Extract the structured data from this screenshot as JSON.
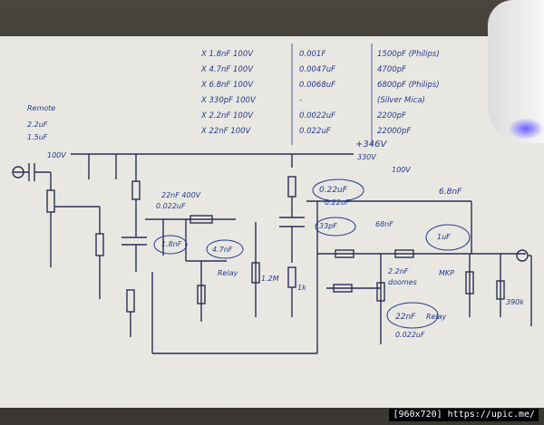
{
  "parts_list": {
    "left_col": [
      "X 1.8nF 100V",
      "X 4.7nF 100V",
      "X 6.8nF 100V",
      "X 330pF 100V",
      "X 2.2nF 100V",
      "X 22nF 100V"
    ],
    "mid_col": [
      "0.001F",
      "0.0047uF",
      "0.0068uF",
      "-",
      "0.0022uF",
      "0.022uF"
    ],
    "right_col": [
      "1500pF (Philips)",
      "4700pF",
      "6800pF (Philips)",
      "(Silver Mica)",
      "2200pF",
      "22000pF"
    ]
  },
  "labels": {
    "remote": "Remote",
    "input_cap": "2.2uF",
    "input_cap_alt": "1.5uF",
    "input_cap_v": "100V",
    "supply_top": "+346V",
    "supply_bottom": "330V",
    "supply_v": "100V",
    "cap_22nf": "22nF 400V",
    "cap_022uf_a": "0.022uF",
    "cap_18nf": "1.8nF",
    "cap_47nf": "4.7nF",
    "relay": "Relay",
    "res_1m": "1.2M",
    "cap_022uf_top": "0.22uF",
    "cap_022uf_mid": "0.22uF",
    "cap_33pf": "33pF",
    "cap_68nf_b": "68nF",
    "cap_68nf": "6.8nF",
    "cap_1uf": "1uF",
    "cap_22nf_b": "2.2nF",
    "doomes": "doomes",
    "mkp": "MKP",
    "cap_22nf_c": "22nF",
    "relay2": "Relay",
    "cap_0022": "0.022uF",
    "out_res": "390k",
    "k1": "1k"
  },
  "watermark": "[960x720] https://upic.me/",
  "colors": {
    "ink": "#263a8a",
    "paper": "#e9e7e2",
    "desk": "#3a3733"
  }
}
